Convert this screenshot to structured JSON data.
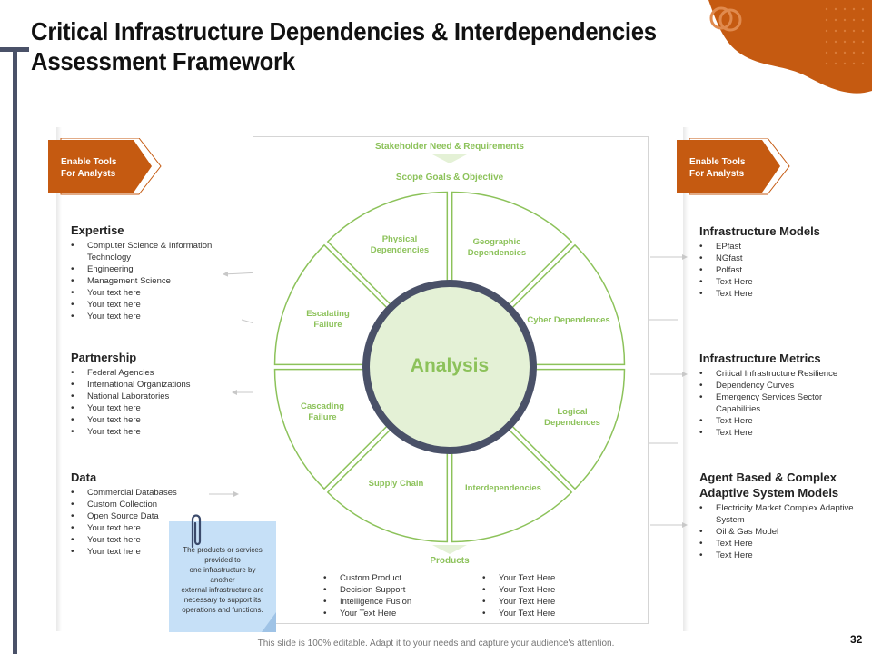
{
  "title": "Critical Infrastructure Dependencies & Interdependencies Assessment Framework",
  "colors": {
    "accent": "#c55a11",
    "green": "#8cc25a",
    "ring": "#4a5168",
    "note": "#c6e0f7"
  },
  "tags": {
    "left_line1": "Enable Tools",
    "left_line2": "For Analysts",
    "right_line1": "Enable Tools",
    "right_line2": "For Analysts"
  },
  "left": {
    "expertise": {
      "heading": "Expertise",
      "items": [
        "Computer Science & Information Technology",
        "Engineering",
        "Management Science",
        "Your text here",
        "Your text here",
        "Your text here"
      ]
    },
    "partnership": {
      "heading": "Partnership",
      "items": [
        "Federal Agencies",
        "International Organizations",
        "National Laboratories",
        "Your text here",
        "Your text here",
        "Your text here"
      ]
    },
    "data": {
      "heading": "Data",
      "items": [
        "Commercial Databases",
        "Custom Collection",
        "Open Source Data",
        "Your text here",
        "Your text here",
        "Your text here"
      ]
    }
  },
  "right": {
    "models": {
      "heading": "Infrastructure Models",
      "items": [
        "EPfast",
        "NGfast",
        "Polfast",
        "Text Here",
        "Text Here"
      ]
    },
    "metrics": {
      "heading": "Infrastructure Metrics",
      "items": [
        "Critical Infrastructure Resilience",
        "Dependency Curves",
        "Emergency Services Sector Capabilities",
        "Text Here",
        "Text Here"
      ]
    },
    "agent": {
      "heading_line1": "Agent Based & Complex",
      "heading_line2": "Adaptive System Models",
      "items": [
        "Electricity Market Complex Adaptive System",
        "Oil & Gas Model",
        "Text Here",
        "Text Here"
      ]
    }
  },
  "center": {
    "stakeholder": "Stakeholder Need & Requirements",
    "scope": "Scope Goals & Objective",
    "analysis": "Analysis",
    "segments": {
      "physical_1": "Physical",
      "physical_2": "Dependencies",
      "geographic_1": "Geographic",
      "geographic_2": "Dependencies",
      "cyber": "Cyber Dependences",
      "logical_1": "Logical",
      "logical_2": "Dependences",
      "interdependencies": "Interdependencies",
      "supply": "Supply Chain",
      "cascading_1": "Cascading",
      "cascading_2": "Failure",
      "escalating_1": "Escalating",
      "escalating_2": "Failure"
    },
    "products": "Products",
    "products_left": [
      "Custom Product",
      "Decision Support",
      "Intelligence Fusion",
      "Your Text Here"
    ],
    "products_right": [
      "Your Text Here",
      "Your Text Here",
      "Your Text Here",
      "Your Text Here"
    ]
  },
  "note": {
    "lines": [
      "The products or services",
      "provided to",
      "one infrastructure by",
      "another",
      "external infrastructure are",
      "necessary to support its",
      "operations and functions."
    ]
  },
  "footer": "This slide is 100% editable. Adapt it to your needs and capture your audience's attention.",
  "page_number": "32"
}
